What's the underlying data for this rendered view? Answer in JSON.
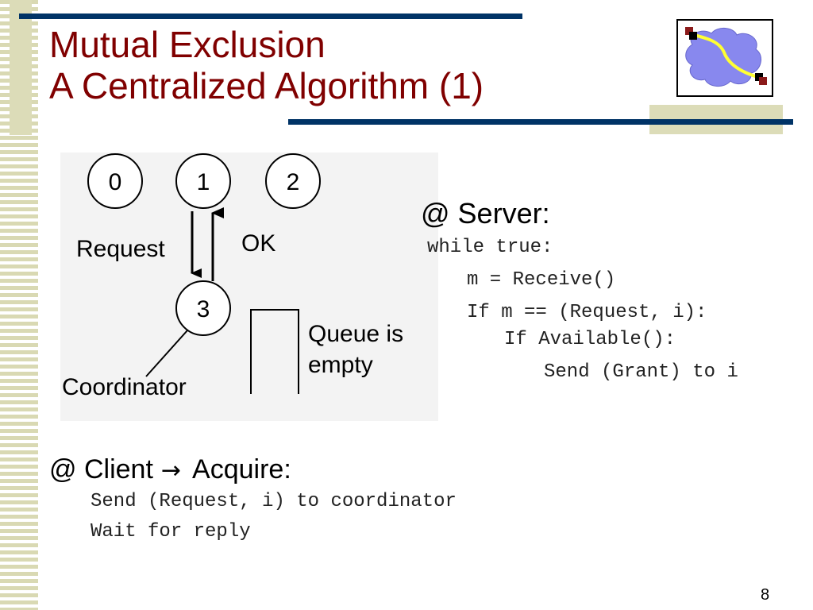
{
  "slide": {
    "title_line1": "Mutual Exclusion",
    "title_line2": "A Centralized Algorithm (1)",
    "page_number": "8"
  },
  "colors": {
    "title": "#800000",
    "rule": "#003366",
    "stripe": "#d9d9b3",
    "logo_cloud": "#8888ee",
    "logo_path": "#ffff33"
  },
  "diagram": {
    "nodes": [
      "0",
      "1",
      "2",
      "3"
    ],
    "request_label": "Request",
    "ok_label": "OK",
    "queue_label_line1": "Queue is",
    "queue_label_line2": "empty",
    "coordinator_label": "Coordinator"
  },
  "server": {
    "heading": "@ Server:",
    "lines": [
      "while true:",
      "m = Receive()",
      "If m == (Request, i):",
      "If Available():",
      "Send (Grant) to i"
    ]
  },
  "client": {
    "prefix": "@ Client",
    "arrow_icon": "right-arrow-icon",
    "arrow_glyph": "→",
    "action": "Acquire:",
    "lines": [
      "Send (Request, i) to coordinator",
      "Wait for reply"
    ]
  }
}
